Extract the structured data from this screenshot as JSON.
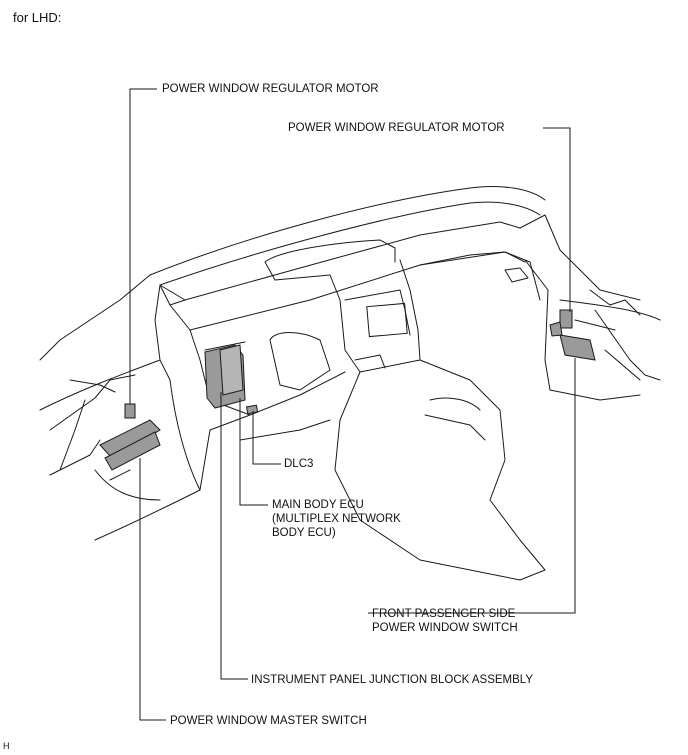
{
  "header": {
    "variant": "for LHD:"
  },
  "labels": {
    "pw_motor_left": "POWER WINDOW REGULATOR MOTOR",
    "pw_motor_right": "POWER WINDOW REGULATOR MOTOR",
    "dlc3": "DLC3",
    "main_body_ecu": [
      "MAIN BODY ECU",
      "(MULTIPLEX NETWORK",
      "BODY ECU)"
    ],
    "passenger_switch": [
      "FRONT PASSENGER SIDE",
      "POWER WINDOW SWITCH"
    ],
    "junction_block": "INSTRUMENT PANEL JUNCTION BLOCK ASSEMBLY",
    "master_switch": "POWER WINDOW MASTER SWITCH"
  },
  "footer": {
    "code": "H"
  }
}
